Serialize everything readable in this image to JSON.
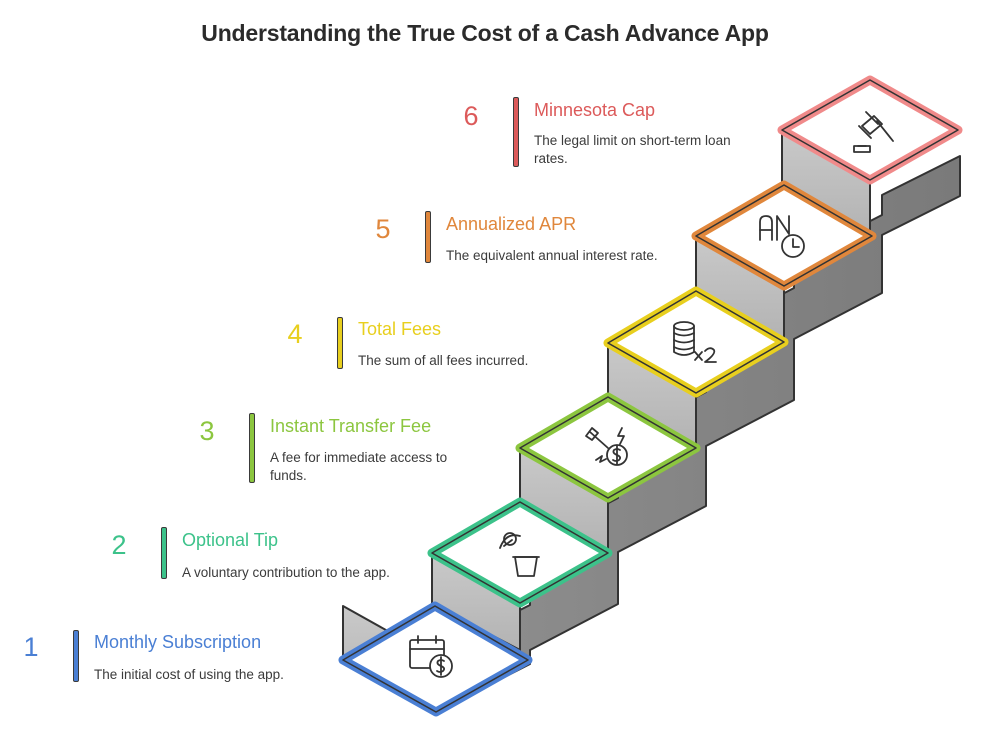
{
  "title": "Understanding the True Cost of a Cash Advance App",
  "steps": [
    {
      "number": "1",
      "heading": "Monthly Subscription",
      "description": "The initial cost of using the app.",
      "color": "#4a7fd4",
      "icon": "calendar-dollar-icon"
    },
    {
      "number": "2",
      "heading": "Optional Tip",
      "description": "A voluntary contribution to the app.",
      "color": "#3cc28a",
      "icon": "tip-jar-icon"
    },
    {
      "number": "3",
      "heading": "Instant Transfer Fee",
      "description": "A fee for immediate access to funds.",
      "color": "#8cc63f",
      "icon": "lightning-dollar-icon"
    },
    {
      "number": "4",
      "heading": "Total Fees",
      "description": "The sum of all fees incurred.",
      "color": "#e8cf1e",
      "icon": "coin-stack-icon"
    },
    {
      "number": "5",
      "heading": "Annualized APR",
      "description": "The equivalent annual interest rate.",
      "color": "#e0873c",
      "icon": "annual-clock-icon"
    },
    {
      "number": "6",
      "heading": "Minnesota Cap",
      "description": "The legal limit on short-term loan rates.",
      "color": "#dc5a5a",
      "icon": "gavel-icon"
    }
  ]
}
